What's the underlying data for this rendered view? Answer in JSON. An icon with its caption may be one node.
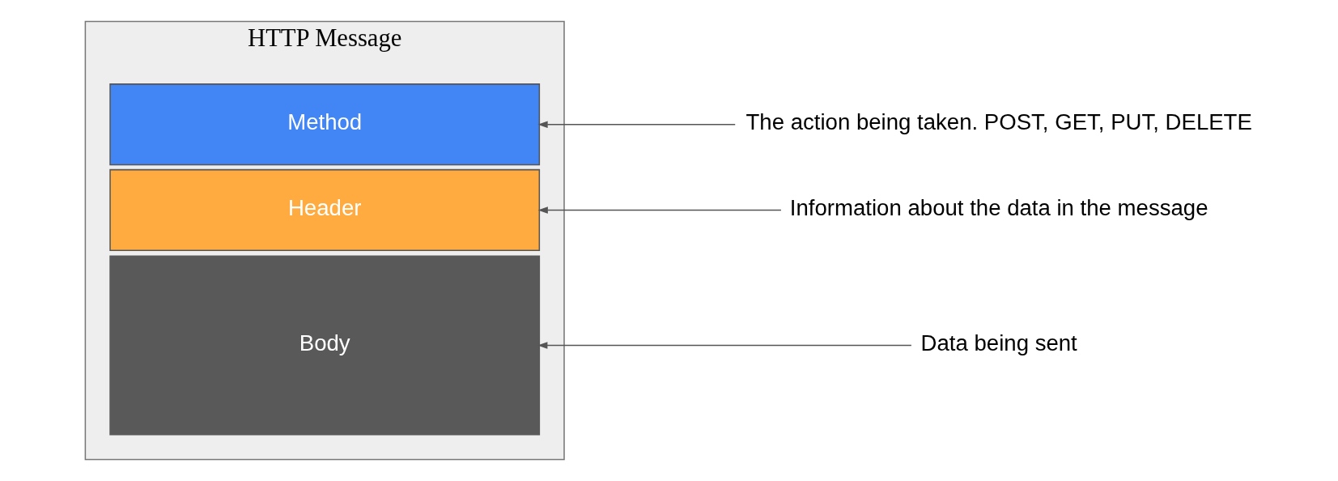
{
  "diagram": {
    "nodes": [
      {
        "text": [
          "HTTP Message"
        ]
      },
      {
        "text": [
          "Method"
        ],
        "in": 0
      },
      {
        "text": [
          "Header"
        ],
        "in": 0
      },
      {
        "text": [
          "Body"
        ],
        "in": 0
      },
      {
        "text": [
          "The action being taken. POST, GET, PUT, DELETE"
        ]
      },
      {
        "text": [
          "Information about the data in the message"
        ]
      },
      {
        "text": [
          "Data being sent"
        ]
      }
    ],
    "edges": [
      {
        "from": 4,
        "to": 1,
        "arrow": "to"
      },
      {
        "from": 5,
        "to": 2,
        "arrow": "to"
      },
      {
        "from": 6,
        "to": 3,
        "arrow": "to"
      }
    ]
  }
}
